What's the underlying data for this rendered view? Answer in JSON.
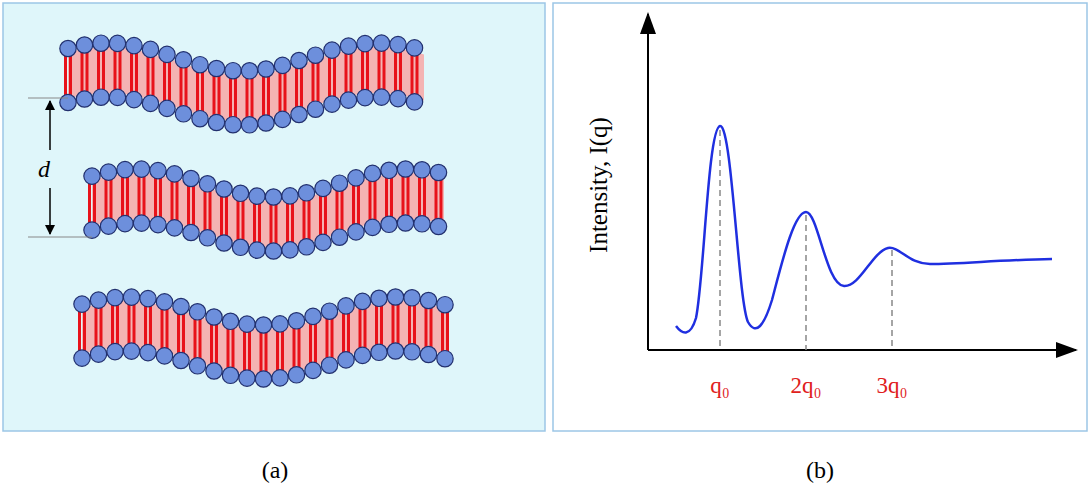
{
  "diagram": {
    "labels": [
      "d",
      "Intensity, I(q)",
      "q₀",
      "2q₀",
      "3q₀",
      "(a)",
      "(b)"
    ]
  }
}
